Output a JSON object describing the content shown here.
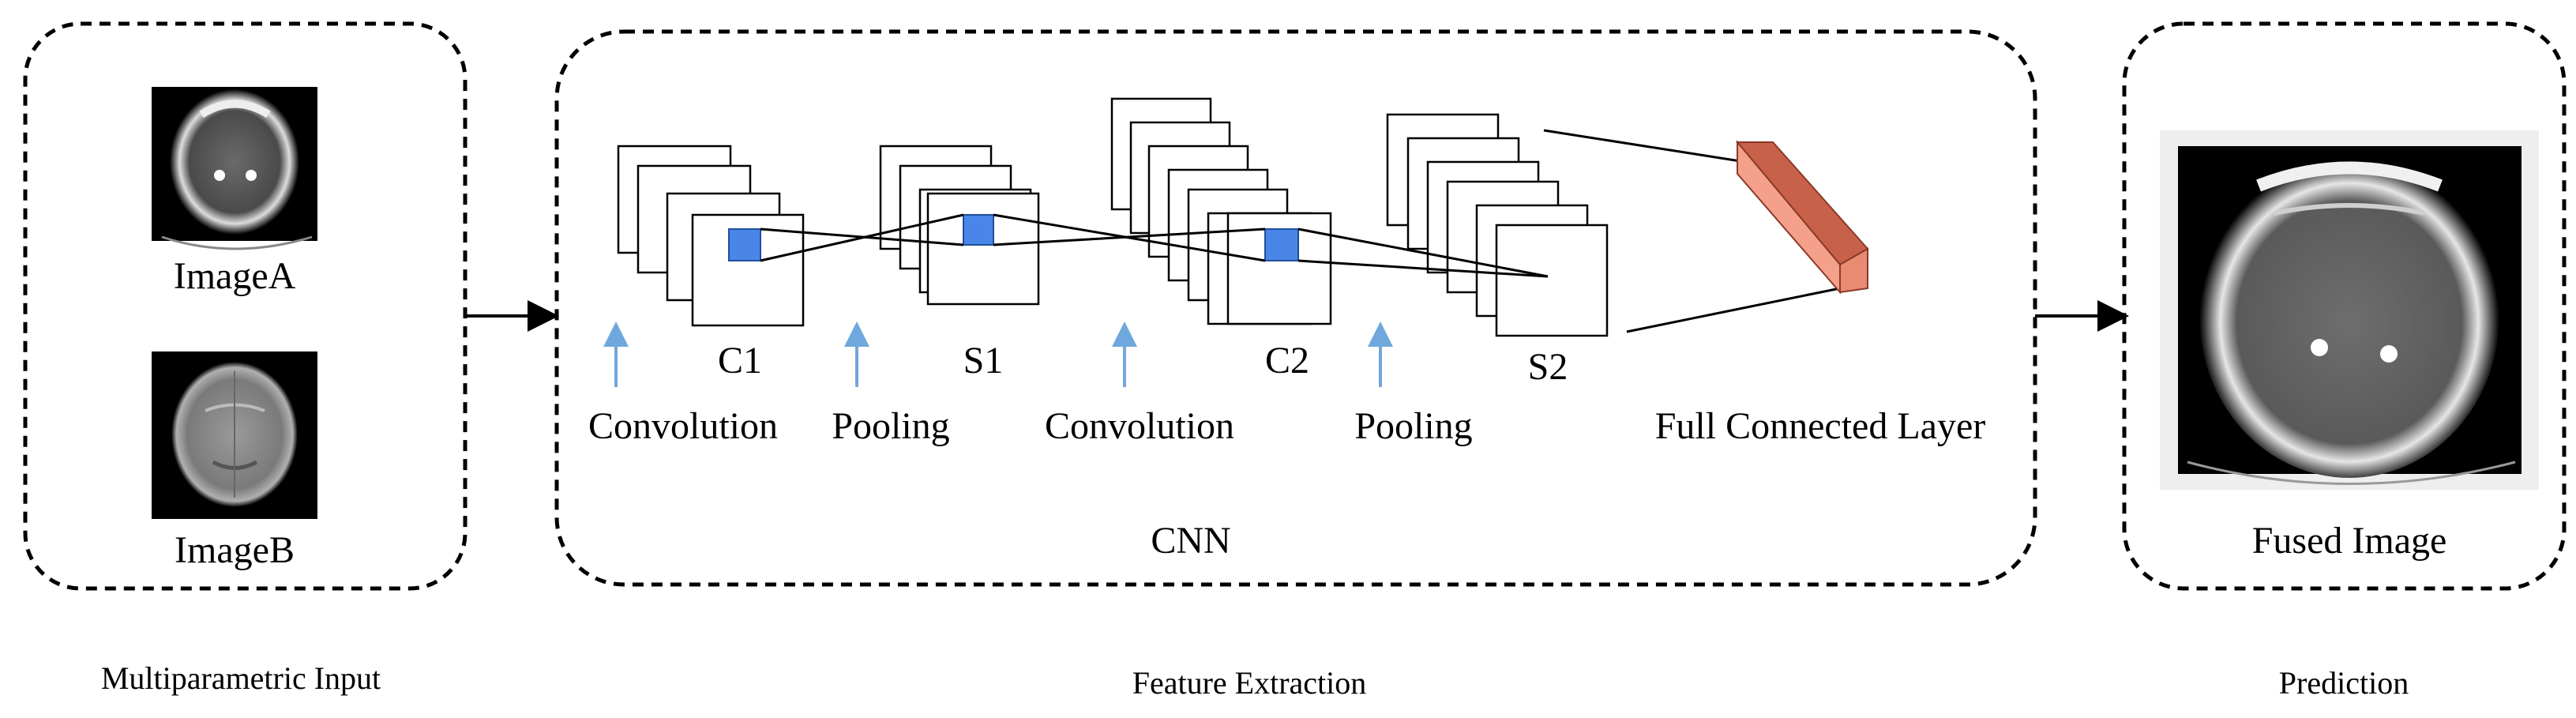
{
  "input_panel": {
    "image_a_label": "ImageA",
    "image_b_label": "ImageB",
    "caption": "Multiparametric Input"
  },
  "cnn_panel": {
    "title": "CNN",
    "caption": "Feature Extraction",
    "layers": {
      "c1": "C1",
      "s1": "S1",
      "c2": "C2",
      "s2": "S2"
    },
    "operations": {
      "conv1": "Convolution",
      "pool1": "Pooling",
      "conv2": "Convolution",
      "pool2": "Pooling",
      "fc": "Full Connected Layer"
    }
  },
  "output_panel": {
    "label": "Fused Image",
    "caption": "Prediction"
  },
  "colors": {
    "kernel": "#4a86e8",
    "arrow_up": "#6fa8dc",
    "fc_block": "#f4a08a"
  }
}
